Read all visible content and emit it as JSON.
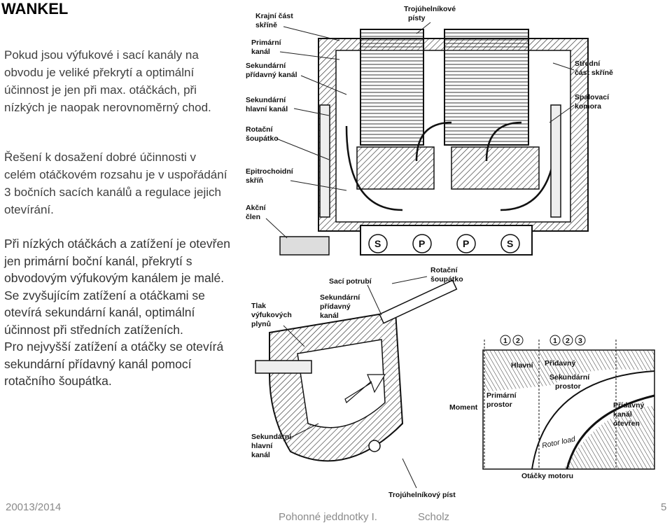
{
  "title": "WANKEL",
  "paragraphs": {
    "p1": "Pokud jsou výfukové i sací kanály na obvodu je veliké překrytí a optimální účinnost je jen při max. otáčkách, při nízkých je naopak nerovnoměrný chod.",
    "p2": "Řešení k dosažení dobré účinnosti v celém otáčkovém rozsahu je v uspořádání 3 bočních sacích kanálů a regulace jejich otevírání.",
    "p3a": "Při nízkých otáčkách a zatížení je otevřen jen primární boční kanál, překrytí s obvodovým výfukovým kanálem je malé.",
    "p3b": "Se zvyšujícím zatížení a otáčkami se otevírá sekundární kanál, optimální účinnost při středních zatíženích.",
    "p3c": "Pro nejvyšší zatížení a otáčky se otevírá sekundární přídavný kanál pomocí rotačního šoupátka."
  },
  "diagram_top": {
    "labels": {
      "krajni_1": "Krajní část",
      "krajni_2": "skříně",
      "trojuhel_1": "Trojúhelníkové",
      "trojuhel_2": "písty",
      "primarni_1": "Primární",
      "primarni_2": "kanál",
      "sek_prid_1": "Sekundární",
      "sek_prid_2": "přídavný kanál",
      "stredni_1": "Střední",
      "stredni_2": "část skříně",
      "sek_hl_1": "Sekundární",
      "sek_hl_2": "hlavní kanál",
      "spal_1": "Spalovací",
      "spal_2": "komora",
      "rot_1": "Rotační",
      "rot_2": "šoupátko",
      "epi_1": "Epitrochoidní",
      "epi_2": "skříň",
      "akcni_1": "Akční",
      "akcni_2": "člen",
      "ports": [
        "S",
        "P",
        "P",
        "S"
      ]
    }
  },
  "diagram_bottom": {
    "labels": {
      "saci": "Sací potrubí",
      "rot_1": "Rotační",
      "rot_2": "šoupátko",
      "tlak_1": "Tlak",
      "tlak_2": "výfukových",
      "tlak_3": "plynů",
      "sekprid_1": "Sekundární",
      "sekprid_2": "přídavný",
      "sekprid_3": "kanál",
      "sekhl_1": "Sekundární",
      "sekhl_2": "hlavní",
      "sekhl_3": "kanál",
      "trojpist": "Trojúhelníkový píst"
    }
  },
  "graph": {
    "ticks_left": [
      "1",
      "2"
    ],
    "ticks_right": [
      "1",
      "2",
      "3"
    ],
    "hlavni": "Hlavní",
    "pridavny": "Přídavný",
    "sek_prostor_1": "Sekundární",
    "sek_prostor_2": "prostor",
    "prim_1": "Primární",
    "prim_2": "prostor",
    "moment": "Moment",
    "prid_kanal_1": "Přídavný",
    "prid_kanal_2": "kanál",
    "prid_kanal_3": "otevřen",
    "rotor_load": "Rotor load",
    "otacky": "Otáčky motoru"
  },
  "footer": {
    "date": "20013/2014",
    "course": "Pohonné jeddnotky I.",
    "author": "Scholz",
    "page": "5"
  }
}
